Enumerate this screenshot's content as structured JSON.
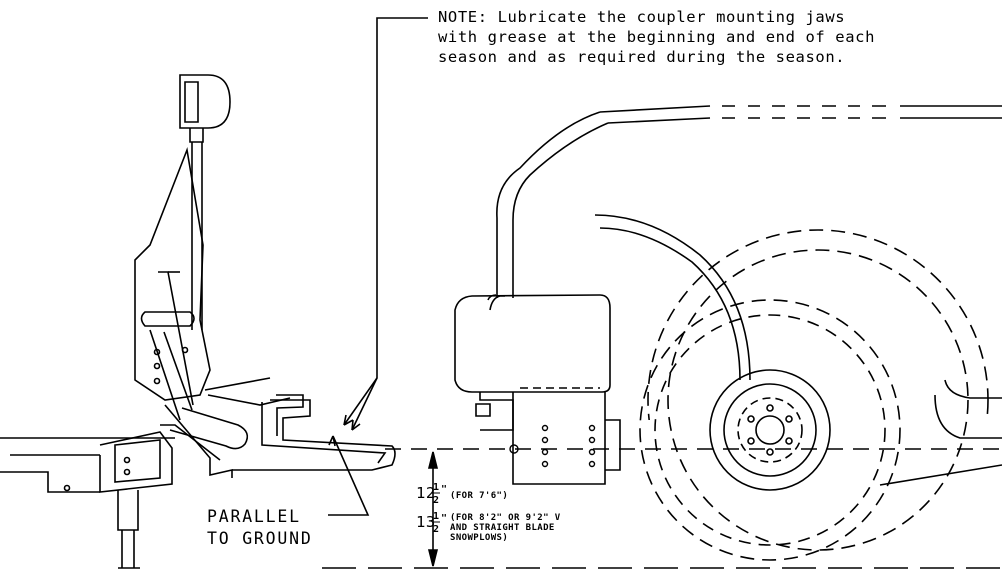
{
  "note": {
    "lines": [
      "NOTE: Lubricate the coupler mounting jaws",
      "with grease at the beginning and end of each",
      "season and as required during the season."
    ]
  },
  "parallel_label": {
    "line1": "PARALLEL",
    "line2": "TO GROUND"
  },
  "dimension_1": {
    "whole": "12",
    "frac_num": "1",
    "frac_den": "2",
    "unit": "\"",
    "desc": "(FOR 7'6\")"
  },
  "dimension_2": {
    "whole": "13",
    "frac_num": "1",
    "frac_den": "2",
    "unit": "\"",
    "desc_line1": "(FOR 8'2\" OR 9'2\" V",
    "desc_line2": "AND STRAIGHT BLADE",
    "desc_line3": "SNOWPLOWS)"
  }
}
